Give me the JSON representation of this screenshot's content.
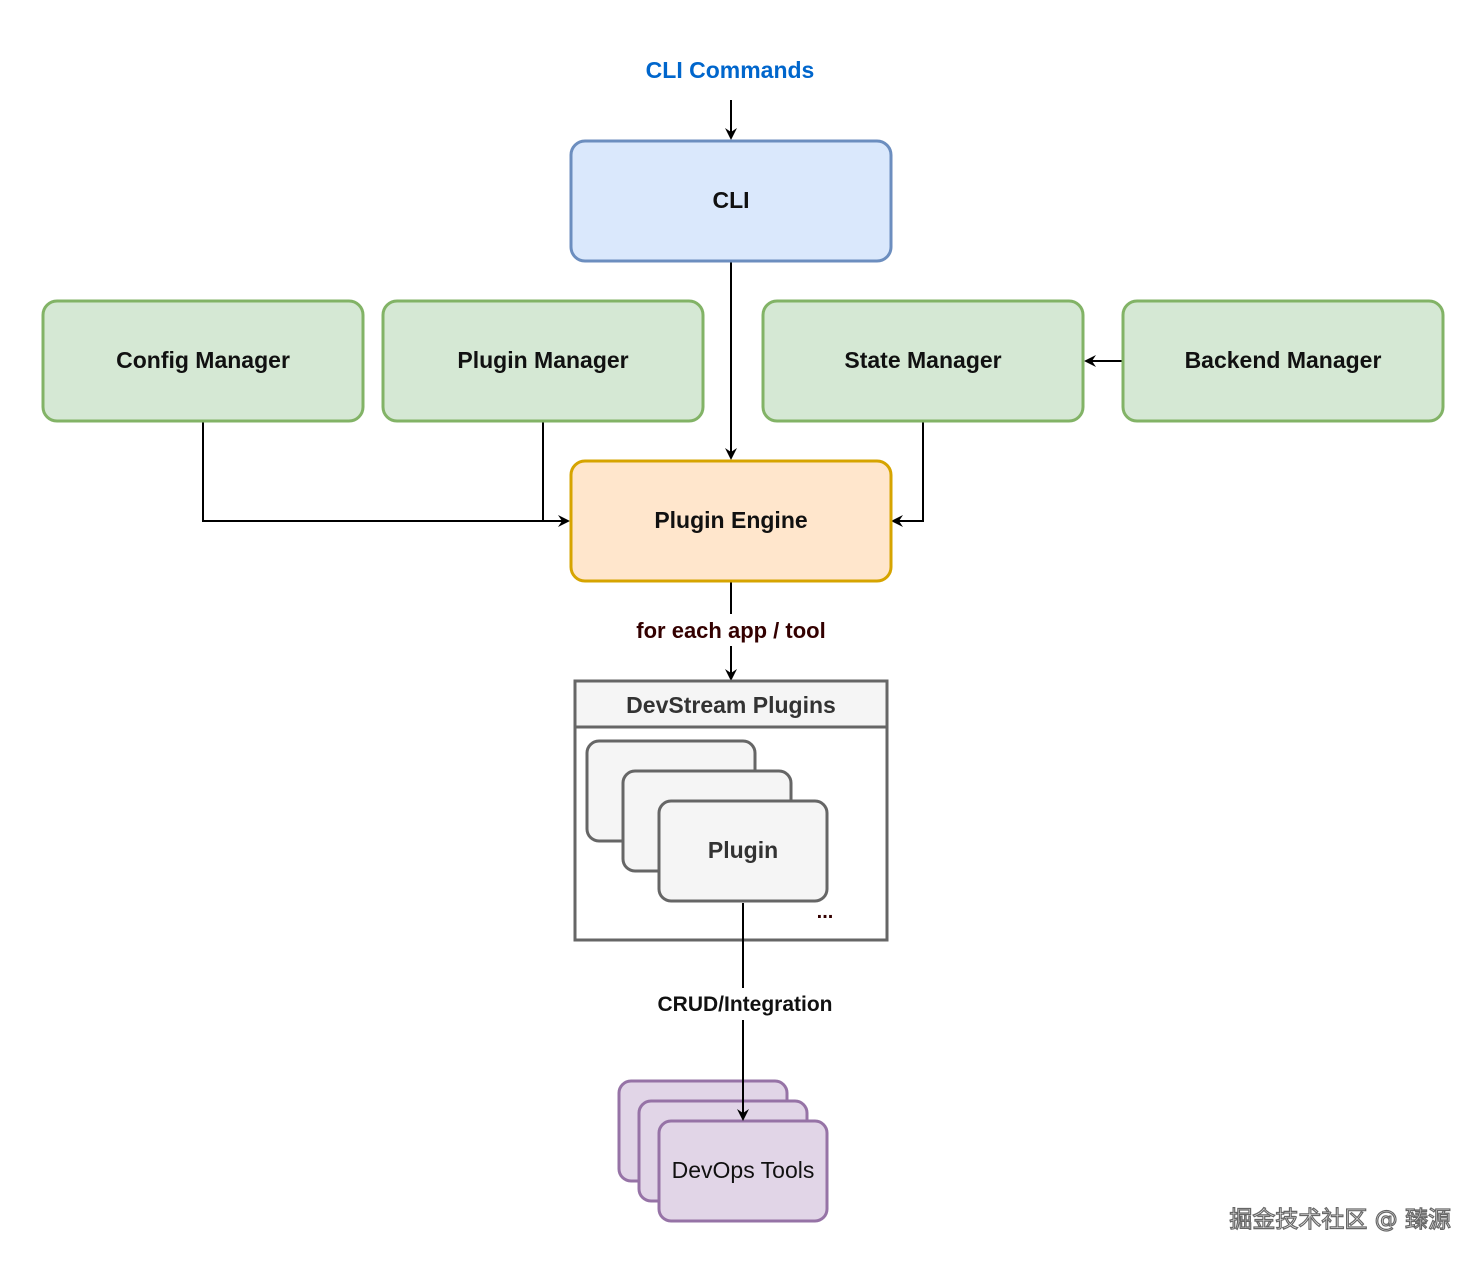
{
  "top_label": "CLI Commands",
  "nodes": {
    "cli": "CLI",
    "config_manager": "Config Manager",
    "plugin_manager": "Plugin Manager",
    "state_manager": "State Manager",
    "backend_manager": "Backend Manager",
    "plugin_engine": "Plugin Engine",
    "plugins_container": "DevStream Plugins",
    "plugin": "Plugin",
    "plugin_more": "...",
    "devops_tools": "DevOps Tools"
  },
  "edge_labels": {
    "engine_to_plugins": "for each app / tool",
    "plugin_to_tools": "CRUD/Integration"
  },
  "watermark": "掘金技术社区 @ 臻源",
  "colors": {
    "top_label": "#0066cc",
    "cli_fill": "#dae8fc",
    "cli_stroke": "#6c8ebf",
    "manager_fill": "#d5e8d4",
    "manager_stroke": "#82b366",
    "engine_fill": "#ffe6cc",
    "engine_stroke": "#d6a400",
    "plugin_fill": "#f5f5f5",
    "plugin_stroke": "#666666",
    "tools_fill": "#e1d5e7",
    "tools_stroke": "#9673a6",
    "edge_label_dark_red": "#330000"
  }
}
